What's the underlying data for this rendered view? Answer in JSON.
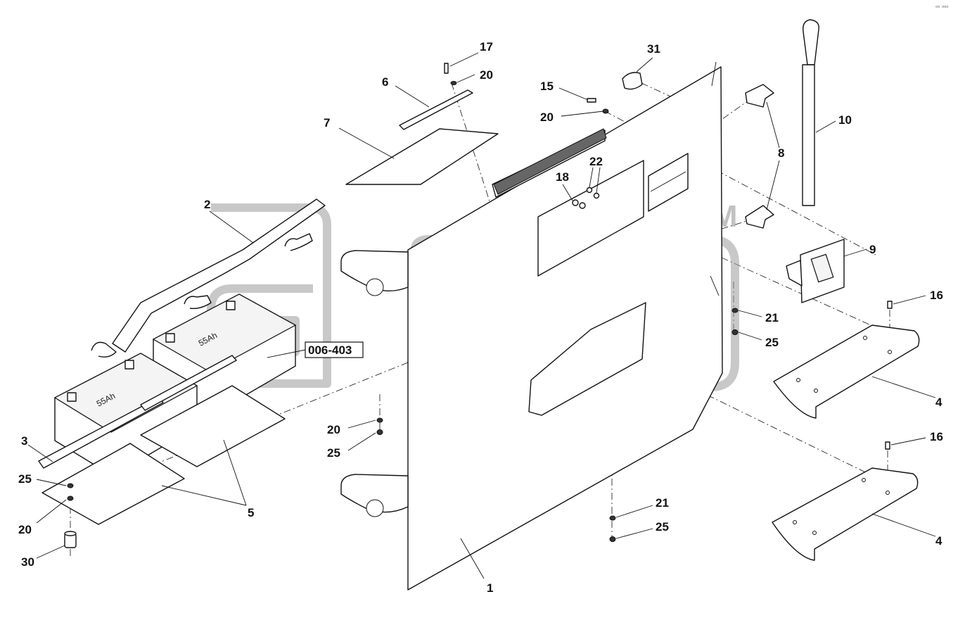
{
  "corner_mark": "▫▫ ▫▫▫",
  "watermark": {
    "tm": "TM"
  },
  "reference": {
    "label": "006-403"
  },
  "battery_label": "55Ah",
  "callouts": {
    "c1": "1",
    "c2": "2",
    "c3": "3",
    "c4a": "4",
    "c4b": "4",
    "c5": "5",
    "c6": "6",
    "c7": "7",
    "c8": "8",
    "c9": "9",
    "c10": "10",
    "c15": "15",
    "c16a": "16",
    "c16b": "16",
    "c17": "17",
    "c18": "18",
    "c20a": "20",
    "c20b": "20",
    "c20c": "20",
    "c20d": "20",
    "c21a": "21",
    "c21b": "21",
    "c22": "22",
    "c25a": "25",
    "c25b": "25",
    "c25c": "25",
    "c25d": "25",
    "c30": "30",
    "c31": "31"
  }
}
